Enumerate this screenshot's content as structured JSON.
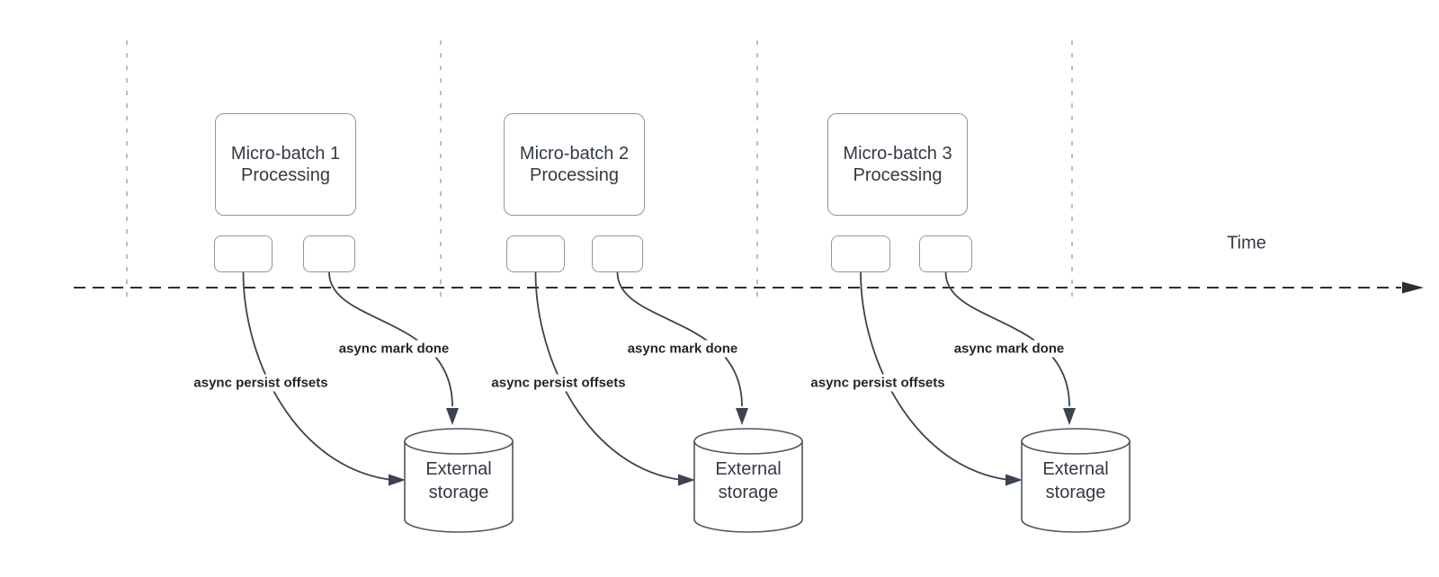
{
  "axis": {
    "time_label": "Time"
  },
  "groups": [
    {
      "title": "Micro-batch 1\nProcessing",
      "persist_label": "async persist offsets",
      "mark_done_label": "async mark done",
      "storage_label": "External\nstorage"
    },
    {
      "title": "Micro-batch 2\nProcessing",
      "persist_label": "async persist offsets",
      "mark_done_label": "async mark done",
      "storage_label": "External\nstorage"
    },
    {
      "title": "Micro-batch 3\nProcessing",
      "persist_label": "async persist offsets",
      "mark_done_label": "async mark done",
      "storage_label": "External\nstorage"
    }
  ],
  "colors": {
    "background": "#ffffff",
    "box_border": "#8f96a0",
    "cylinder_stroke": "#4d5560",
    "arrow_stroke": "#3b4350",
    "timeline_stroke": "#2b2f36",
    "gridline": "#aeaeae",
    "text_dark": "#333a45",
    "label_bold_text": "#1f242c"
  }
}
